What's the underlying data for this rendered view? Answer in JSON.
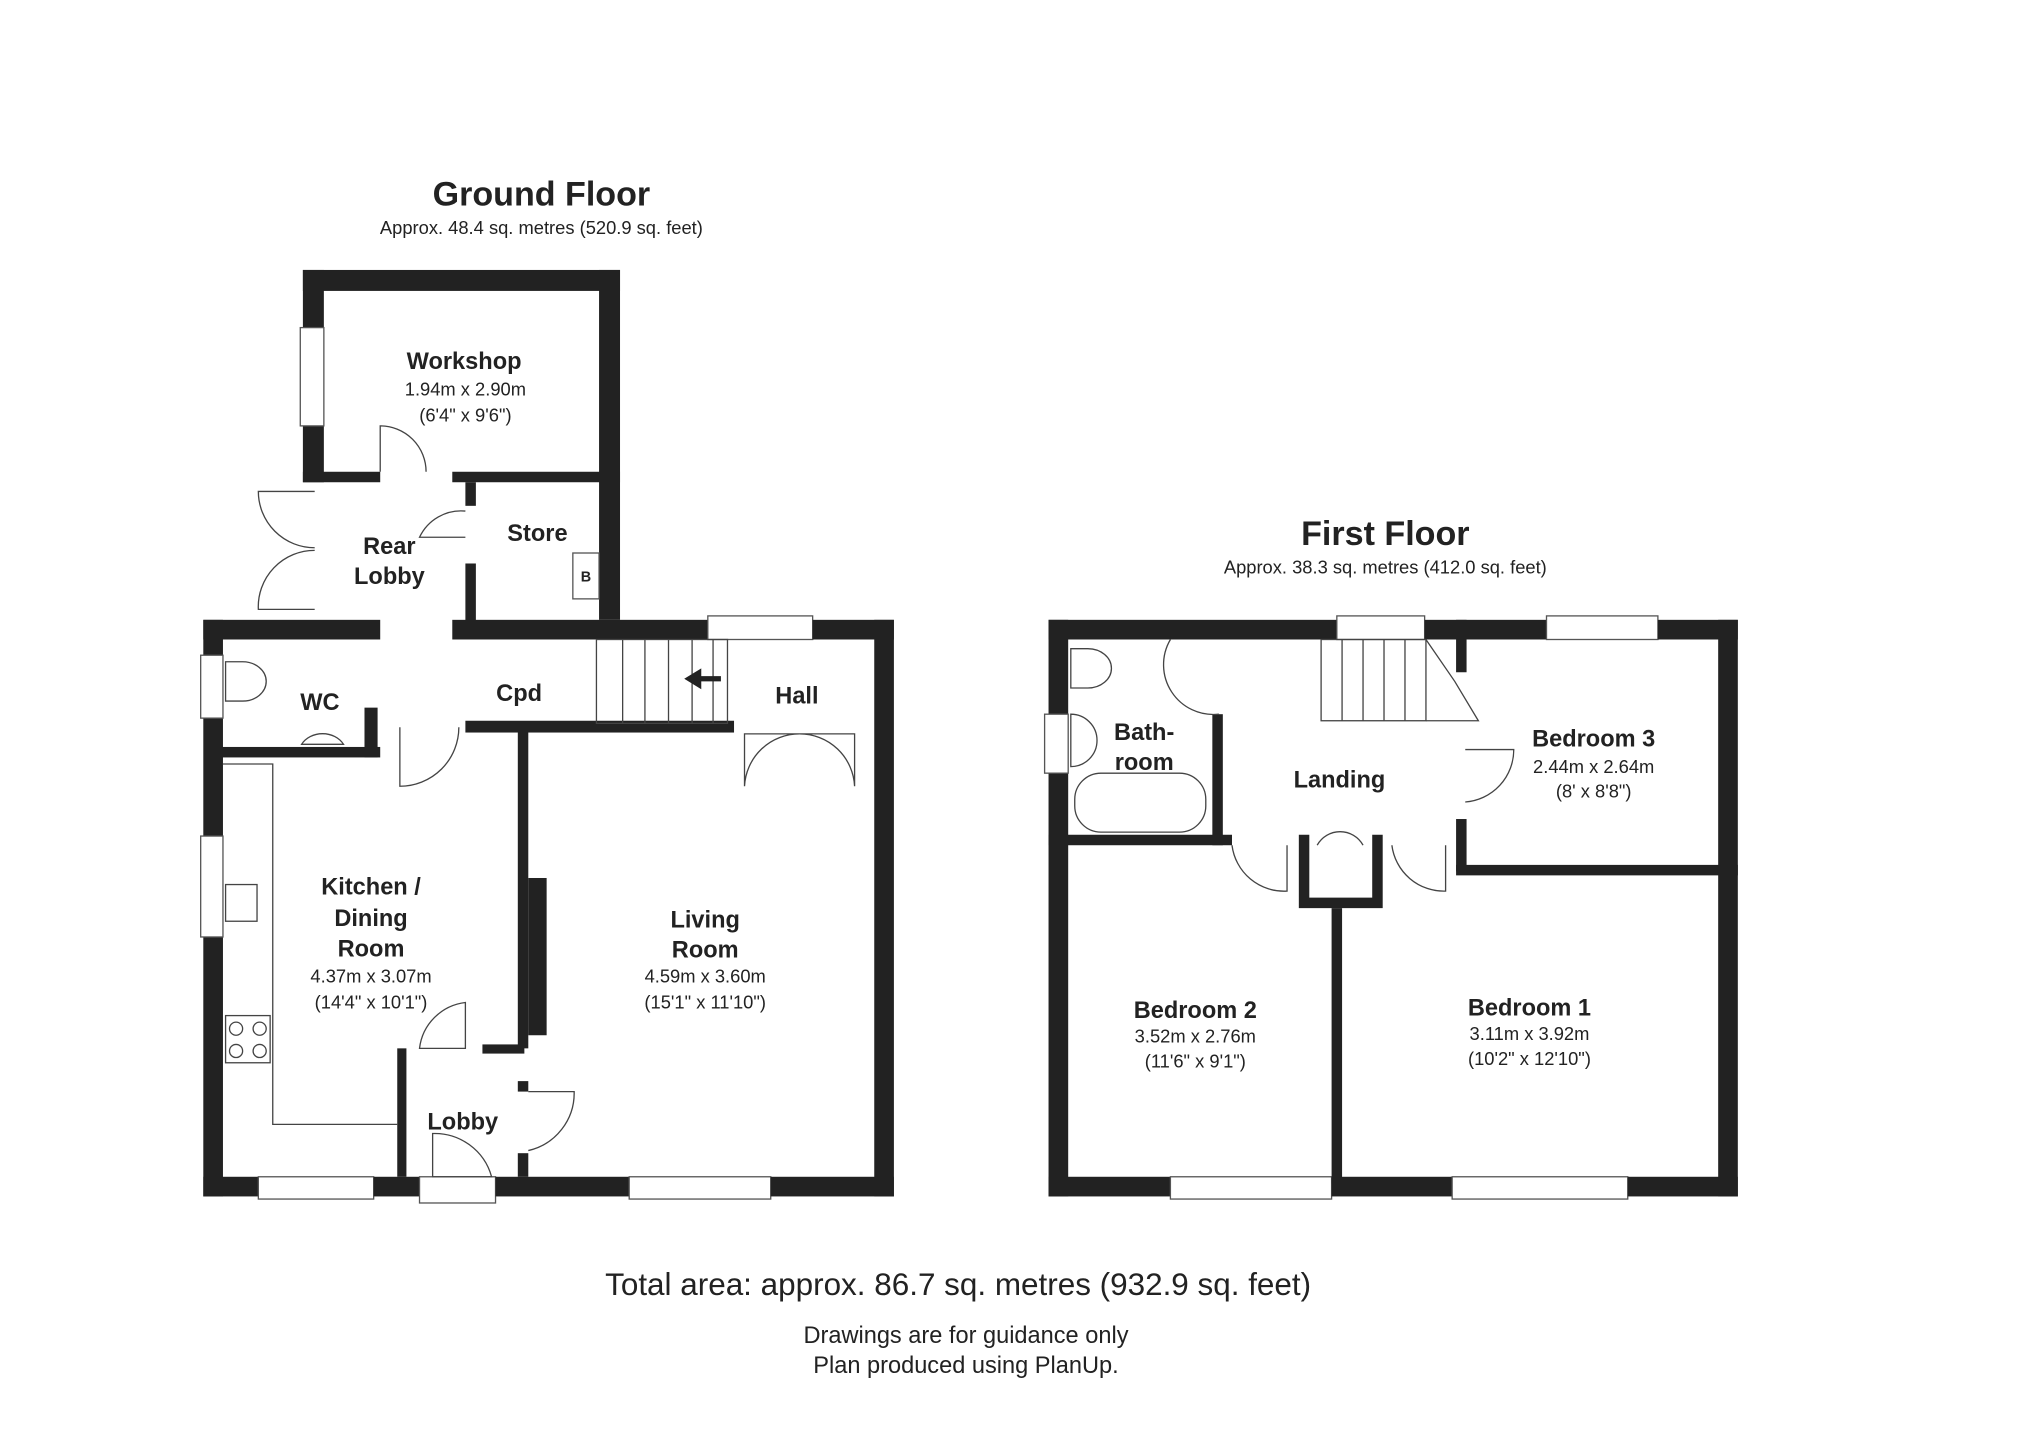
{
  "ground_floor": {
    "title": "Ground Floor",
    "area": "Approx.  48.4 sq. metres (520.9 sq. feet)",
    "rooms": {
      "workshop": {
        "name": "Workshop",
        "metric": "1.94m x 2.90m",
        "imperial": "(6'4\" x 9'6\")"
      },
      "rear_lobby": {
        "name_line1": "Rear",
        "name_line2": "Lobby"
      },
      "store": {
        "name": "Store",
        "boiler": "B"
      },
      "wc": {
        "name": "WC"
      },
      "cpd": {
        "name": "Cpd"
      },
      "hall": {
        "name": "Hall"
      },
      "kitchen": {
        "name_line1": "Kitchen /",
        "name_line2": "Dining",
        "name_line3": "Room",
        "metric": "4.37m x 3.07m",
        "imperial": "(14'4\" x 10'1\")"
      },
      "living": {
        "name_line1": "Living",
        "name_line2": "Room",
        "metric": "4.59m x 3.60m",
        "imperial": "(15'1\" x 11'10\")"
      },
      "lobby": {
        "name": "Lobby"
      }
    }
  },
  "first_floor": {
    "title": "First Floor",
    "area": "Approx.  38.3 sq. metres (412.0 sq. feet)",
    "rooms": {
      "bathroom": {
        "name_line1": "Bath-",
        "name_line2": "room"
      },
      "landing": {
        "name": "Landing"
      },
      "bedroom3": {
        "name": "Bedroom 3",
        "metric": "2.44m x 2.64m",
        "imperial": "(8' x 8'8\")"
      },
      "bedroom2": {
        "name": "Bedroom 2",
        "metric": "3.52m x 2.76m",
        "imperial": "(11'6\" x 9'1\")"
      },
      "bedroom1": {
        "name": "Bedroom 1",
        "metric": "3.11m x 3.92m",
        "imperial": "(10'2\" x 12'10\")"
      }
    }
  },
  "footer": {
    "total_area": "Total area: approx.  86.7 sq. metres (932.9 sq. feet)",
    "note1": "Drawings are for guidance only",
    "note2": "Plan produced using PlanUp."
  }
}
